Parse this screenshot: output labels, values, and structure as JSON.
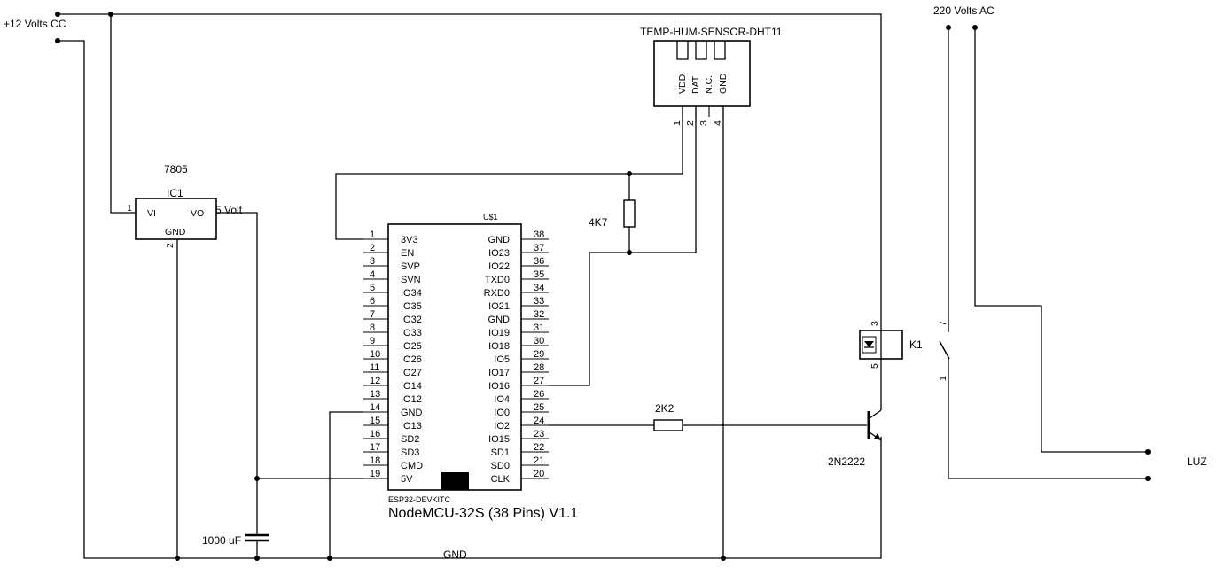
{
  "power": {
    "dc_label": "+12 Volts CC",
    "ac_label": "220 Volts AC",
    "gnd_label": "GND"
  },
  "regulator": {
    "part": "7805",
    "name": "IC1",
    "vi": "VI",
    "vo": "VO",
    "gnd": "GND",
    "pin1": "1",
    "pin2": "2",
    "out_label": "5 Volt"
  },
  "capacitor": {
    "value": "1000 uF"
  },
  "resistor_pullup": {
    "value": "4K7"
  },
  "resistor_base": {
    "value": "2K2"
  },
  "transistor": {
    "part": "2N2222"
  },
  "relay": {
    "name": "K1",
    "pin3": "3",
    "pin5": "5",
    "pin7": "7",
    "pin1": "1"
  },
  "load": {
    "label": "LUZ"
  },
  "sensor": {
    "title": "TEMP-HUM-SENSOR-DHT11",
    "pins": [
      {
        "name": "VDD",
        "num": "1"
      },
      {
        "name": "DAT",
        "num": "2"
      },
      {
        "name": "N.C.",
        "num": "3"
      },
      {
        "name": "GND",
        "num": "4"
      }
    ]
  },
  "mcu": {
    "ref": "U$1",
    "board": "ESP32-DEVKITC",
    "title": "NodeMCU-32S (38 Pins) V1.1",
    "left_pins": [
      {
        "num": "1",
        "name": "3V3"
      },
      {
        "num": "2",
        "name": "EN"
      },
      {
        "num": "3",
        "name": "SVP"
      },
      {
        "num": "4",
        "name": "SVN"
      },
      {
        "num": "5",
        "name": "IO34"
      },
      {
        "num": "6",
        "name": "IO35"
      },
      {
        "num": "7",
        "name": "IO32"
      },
      {
        "num": "8",
        "name": "IO33"
      },
      {
        "num": "9",
        "name": "IO25"
      },
      {
        "num": "10",
        "name": "IO26"
      },
      {
        "num": "11",
        "name": "IO27"
      },
      {
        "num": "12",
        "name": "IO14"
      },
      {
        "num": "13",
        "name": "IO12"
      },
      {
        "num": "14",
        "name": "GND"
      },
      {
        "num": "15",
        "name": "IO13"
      },
      {
        "num": "16",
        "name": "SD2"
      },
      {
        "num": "17",
        "name": "SD3"
      },
      {
        "num": "18",
        "name": "CMD"
      },
      {
        "num": "19",
        "name": "5V"
      }
    ],
    "right_pins": [
      {
        "num": "38",
        "name": "GND"
      },
      {
        "num": "37",
        "name": "IO23"
      },
      {
        "num": "36",
        "name": "IO22"
      },
      {
        "num": "35",
        "name": "TXD0"
      },
      {
        "num": "34",
        "name": "RXD0"
      },
      {
        "num": "33",
        "name": "IO21"
      },
      {
        "num": "32",
        "name": "GND"
      },
      {
        "num": "31",
        "name": "IO19"
      },
      {
        "num": "30",
        "name": "IO18"
      },
      {
        "num": "29",
        "name": "IO5"
      },
      {
        "num": "28",
        "name": "IO17"
      },
      {
        "num": "27",
        "name": "IO16"
      },
      {
        "num": "26",
        "name": "IO4"
      },
      {
        "num": "25",
        "name": "IO0"
      },
      {
        "num": "24",
        "name": "IO2"
      },
      {
        "num": "23",
        "name": "IO15"
      },
      {
        "num": "22",
        "name": "SD1"
      },
      {
        "num": "21",
        "name": "SD0"
      },
      {
        "num": "20",
        "name": "CLK"
      }
    ]
  }
}
